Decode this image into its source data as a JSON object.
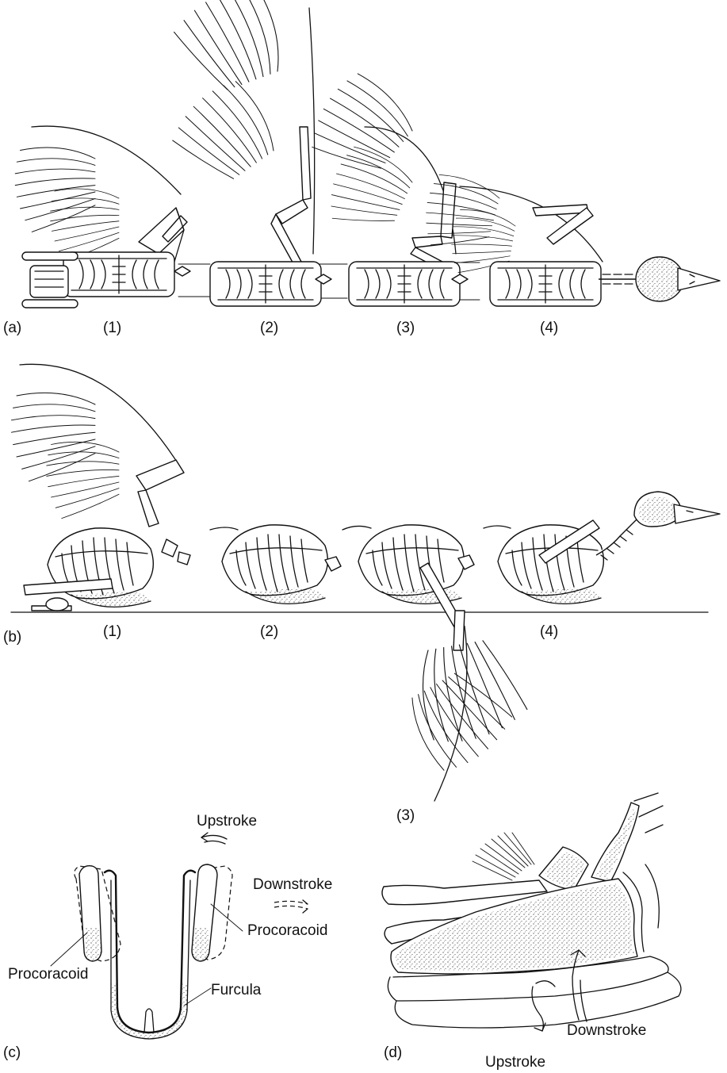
{
  "panels": {
    "a": {
      "label": "(a)",
      "stages": [
        "(1)",
        "(2)",
        "(3)",
        "(4)"
      ]
    },
    "b": {
      "label": "(b)",
      "stages": [
        "(1)",
        "(2)",
        "(3)",
        "(4)"
      ]
    },
    "c": {
      "label": "(c)",
      "annotations": {
        "upstroke": "Upstroke",
        "downstroke": "Downstroke",
        "procoracoid_left": "Procoracoid",
        "procoracoid_right": "Procoracoid",
        "furcula": "Furcula"
      }
    },
    "d": {
      "label": "(d)",
      "annotations": {
        "downstroke": "Downstroke",
        "upstroke": "Upstroke"
      }
    }
  }
}
